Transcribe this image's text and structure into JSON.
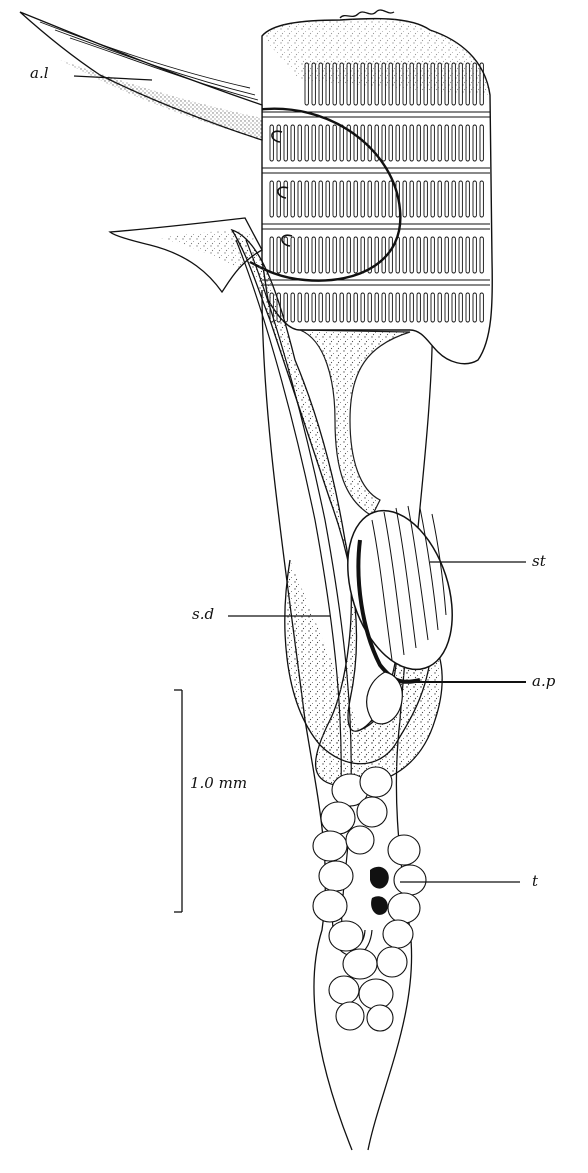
{
  "labels": {
    "al": "a.l",
    "st": "st",
    "sd": "s.d",
    "ap": "a.p",
    "t": "t"
  },
  "scale_bar": {
    "label": "1.0 mm"
  },
  "colors": {
    "ink": "#111111",
    "background": "#ffffff",
    "stipple": "#6b6b6b"
  }
}
